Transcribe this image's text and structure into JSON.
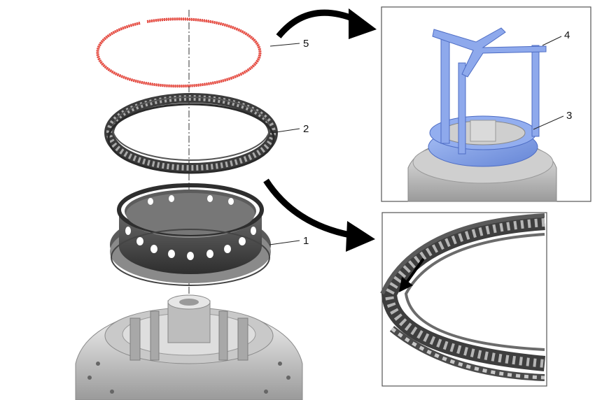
{
  "callouts": {
    "snap_ring": "5",
    "spring_cage": "2",
    "piston_ring": "1",
    "tool_part": "3",
    "tool_part_top": "4"
  },
  "colors": {
    "snap_ring": "#d9302c",
    "tool_blue": "#7f9ee8",
    "metal_dark": "#4a4a4a",
    "metal_light": "#d6d6d6",
    "frame": "#555555"
  },
  "icons": {
    "arrow_to_detail_top": "curved-arrow-icon",
    "arrow_to_detail_bottom": "curved-arrow-icon",
    "arrow_in_detail": "pointer-arrow-icon"
  }
}
